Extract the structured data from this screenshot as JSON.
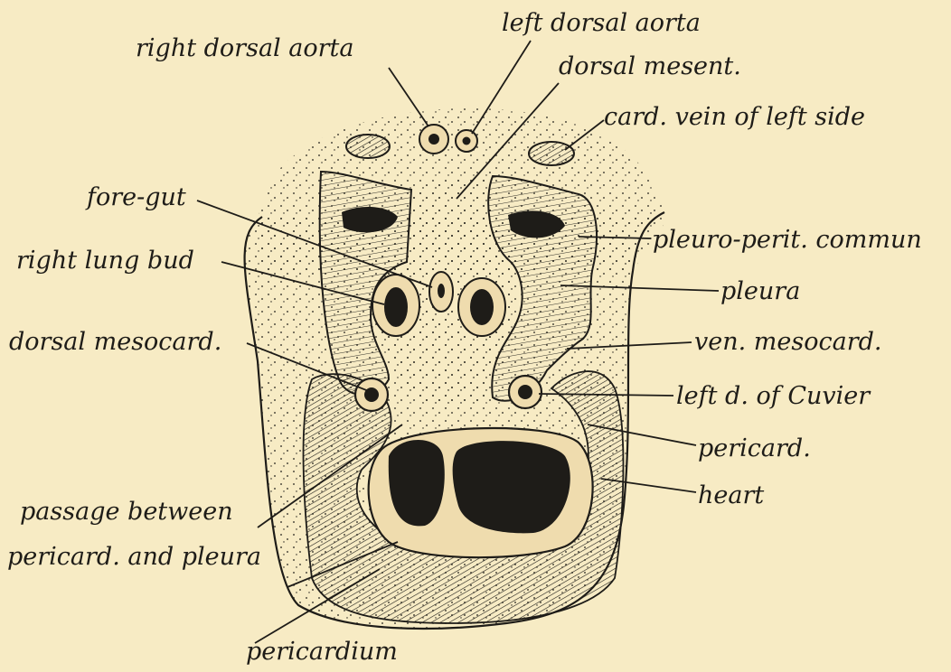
{
  "labels": {
    "right_dorsal_aorta": "right dorsal aorta",
    "left_dorsal_aorta": "left dorsal aorta",
    "dorsal_mesent": "dorsal mesent.",
    "card_vein_left": "card. vein of left side",
    "fore_gut": "fore-gut",
    "pleuro_perit": "pleuro-perit. commun",
    "right_lung_bud": "right lung bud",
    "pleura": "pleura",
    "dorsal_mesocard": "dorsal mesocard.",
    "ven_mesocard": "ven. mesocard.",
    "left_d_cuvier": "left d. of Cuvier",
    "pericard": "pericard.",
    "heart": "heart",
    "passage_line1": "passage between",
    "passage_line2": "pericard. and pleura",
    "pericardium": "pericardium"
  },
  "colors": {
    "background": "#f7ebc4",
    "ink": "#1e1c18",
    "tissue_fill": "#efdcae"
  }
}
